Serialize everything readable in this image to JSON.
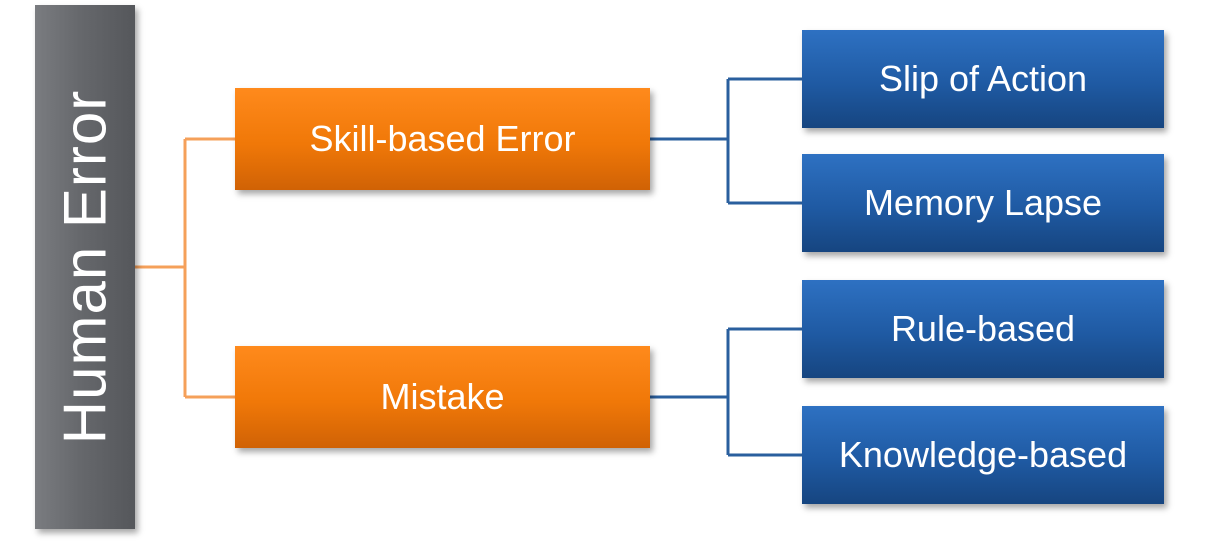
{
  "root": {
    "label": "Human Error"
  },
  "branches": [
    {
      "label": "Skill-based Error",
      "children": [
        "Slip of Action",
        "Memory Lapse"
      ]
    },
    {
      "label": "Mistake",
      "children": [
        "Rule-based",
        "Knowledge-based"
      ]
    }
  ],
  "colors": {
    "root": "#66686c",
    "branch": "#f07808",
    "leaf": "#1f5aa3",
    "branch_connector": "#f5a05a",
    "leaf_connector": "#2a5f9e"
  }
}
